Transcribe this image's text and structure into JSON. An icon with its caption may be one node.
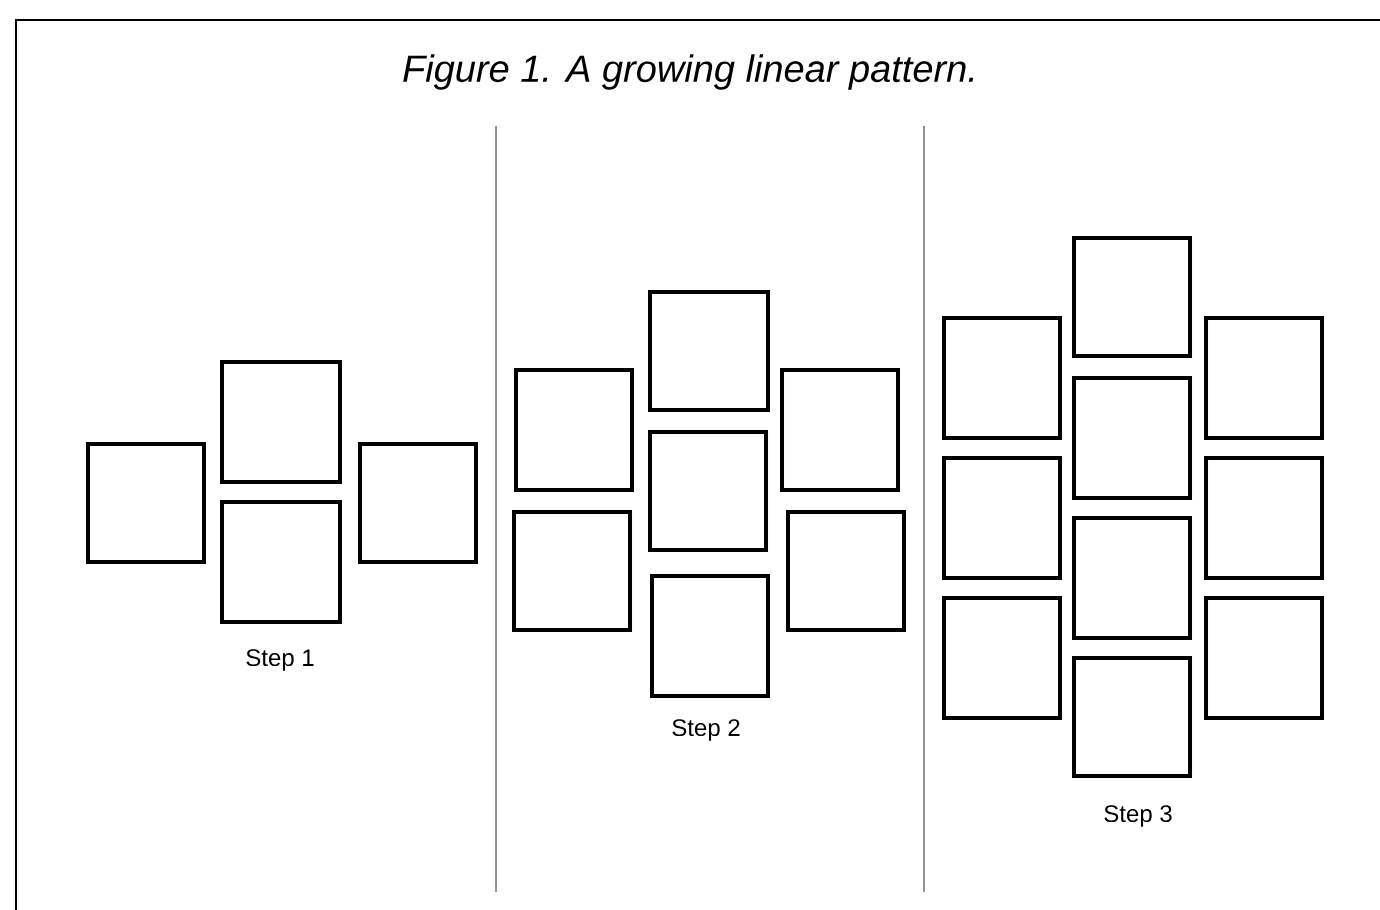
{
  "diagram": {
    "title": "Figure 1. A growing linear pattern.",
    "nodes": [
      {
        "text": [],
        "shape": "box"
      },
      {
        "text": [],
        "shape": "box"
      },
      {
        "text": [],
        "shape": "box"
      },
      {
        "text": [],
        "shape": "box"
      },
      {
        "text": [],
        "shape": "box"
      },
      {
        "text": [],
        "shape": "box"
      },
      {
        "text": [],
        "shape": "box"
      },
      {
        "text": [],
        "shape": "box"
      },
      {
        "text": [],
        "shape": "box"
      },
      {
        "text": [],
        "shape": "box"
      },
      {
        "text": [],
        "shape": "box"
      },
      {
        "text": [],
        "shape": "box"
      },
      {
        "text": [],
        "shape": "box"
      },
      {
        "text": [],
        "shape": "box"
      },
      {
        "text": [],
        "shape": "box"
      },
      {
        "text": [],
        "shape": "box"
      },
      {
        "text": [],
        "shape": "box"
      },
      {
        "text": [],
        "shape": "box"
      },
      {
        "text": [],
        "shape": "box"
      },
      {
        "text": [],
        "shape": "box"
      },
      {
        "text": [],
        "shape": "box"
      }
    ],
    "labels": [
      "Step 1",
      "Step 2",
      "Step 3"
    ]
  }
}
